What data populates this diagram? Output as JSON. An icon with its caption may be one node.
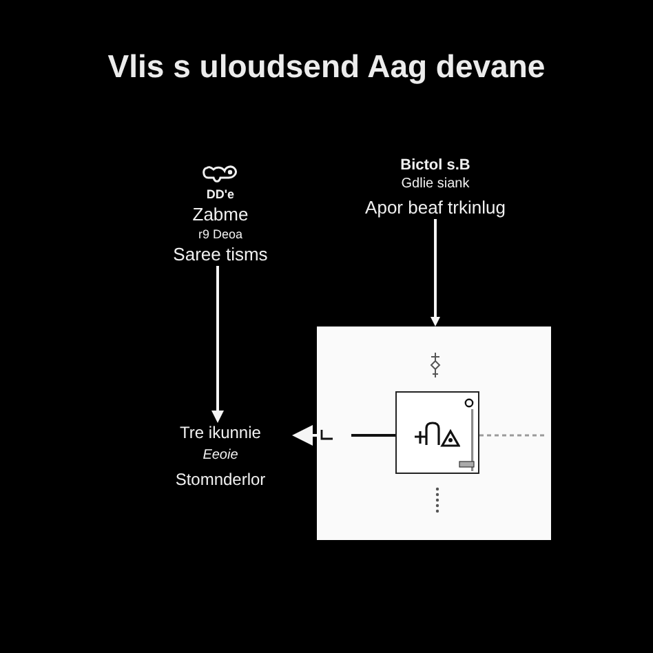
{
  "diagram": {
    "title": "Vlis s uloudsend Aag devane",
    "nodes": [
      {
        "text": [
          "DD'e",
          "Zabme",
          "r9 Deoa",
          "Saree tisms"
        ]
      },
      {
        "text": [
          "Bictol s.B",
          "Gdlie siank",
          "Apor beaf trkinlug"
        ]
      },
      {
        "text": [],
        "shape": "box"
      },
      {
        "text": [],
        "shape": "box",
        "in": 2
      },
      {
        "text": [
          "Tre ikunnie",
          "Eeoie",
          "Stomnderlor"
        ]
      }
    ],
    "edges": [
      {
        "from": 0,
        "to": 4,
        "arrow": "to"
      },
      {
        "from": 1,
        "to": 2,
        "arrow": "to"
      },
      {
        "from": 2,
        "to": 4,
        "arrow": "to"
      },
      {
        "from": null,
        "to": 3,
        "arrow": "none",
        "color": "#111111"
      },
      {
        "from": 3,
        "to": null,
        "arrow": "none",
        "style": "dashed",
        "color": "#9a9a9a"
      }
    ]
  }
}
